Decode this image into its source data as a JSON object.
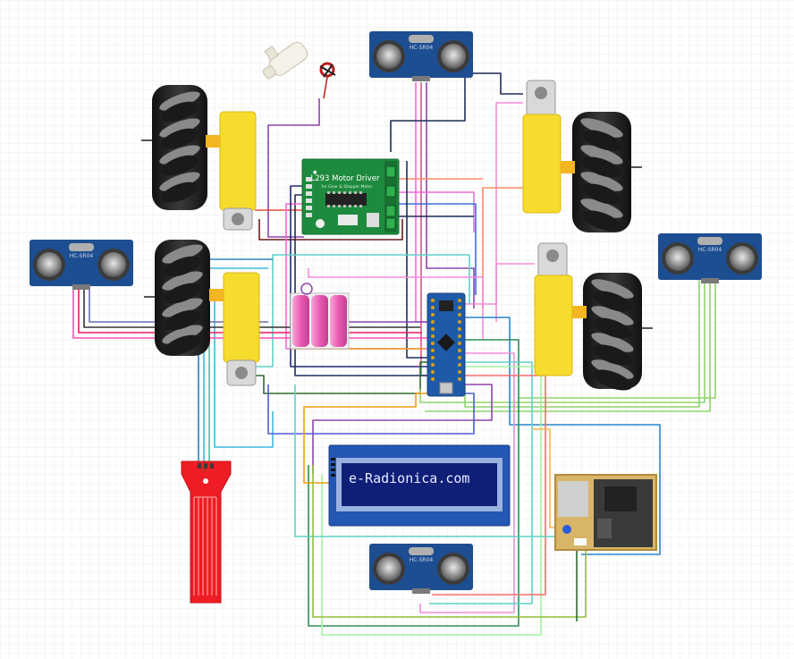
{
  "components": {
    "ultrasonic_label": "HC-SR04",
    "motor_driver_title": "L293 Motor Driver",
    "motor_driver_subtitle": "for Gear & Stepper Motor",
    "lcd_text": "e-Radionica.com"
  },
  "colors": {
    "grid": "#eeeeee",
    "sensor_board": "#1d4e91",
    "motor_driver_board": "#1e8a3d",
    "arduino_board": "#1f5aa8",
    "lcd_frame": "#2456b4",
    "lcd_screen": "#0f1f78",
    "water_sensor": "#ee1c24",
    "gear_motor": "#f6dc2c",
    "battery": "#ee77c2"
  }
}
